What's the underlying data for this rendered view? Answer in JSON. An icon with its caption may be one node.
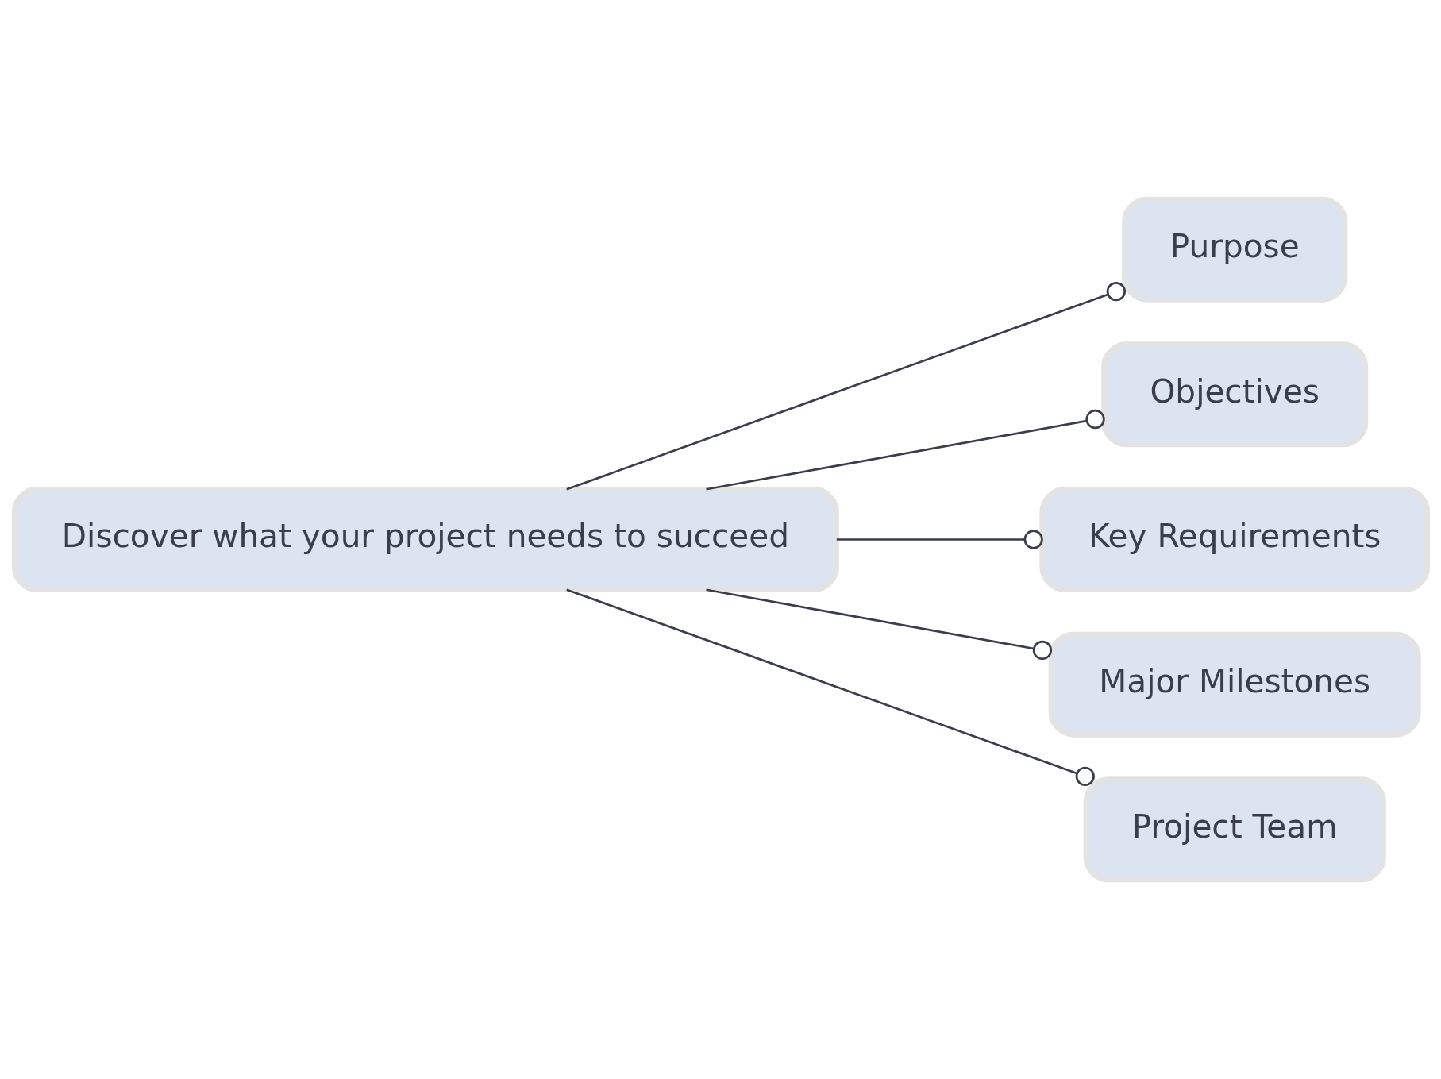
{
  "diagram": {
    "nodes": [
      {
        "text": [
          "Discover what your project needs to succeed"
        ]
      },
      {
        "text": [
          "Purpose"
        ]
      },
      {
        "text": [
          "Objectives"
        ]
      },
      {
        "text": [
          "Key Requirements"
        ]
      },
      {
        "text": [
          "Major Milestones"
        ]
      },
      {
        "text": [
          "Project Team"
        ]
      }
    ],
    "edges": [
      {
        "from": 0,
        "to": 1,
        "arrow": "other"
      },
      {
        "from": 0,
        "to": 2,
        "arrow": "other"
      },
      {
        "from": 0,
        "to": 3,
        "arrow": "other"
      },
      {
        "from": 0,
        "to": 4,
        "arrow": "other"
      },
      {
        "from": 0,
        "to": 5,
        "arrow": "other"
      }
    ]
  }
}
